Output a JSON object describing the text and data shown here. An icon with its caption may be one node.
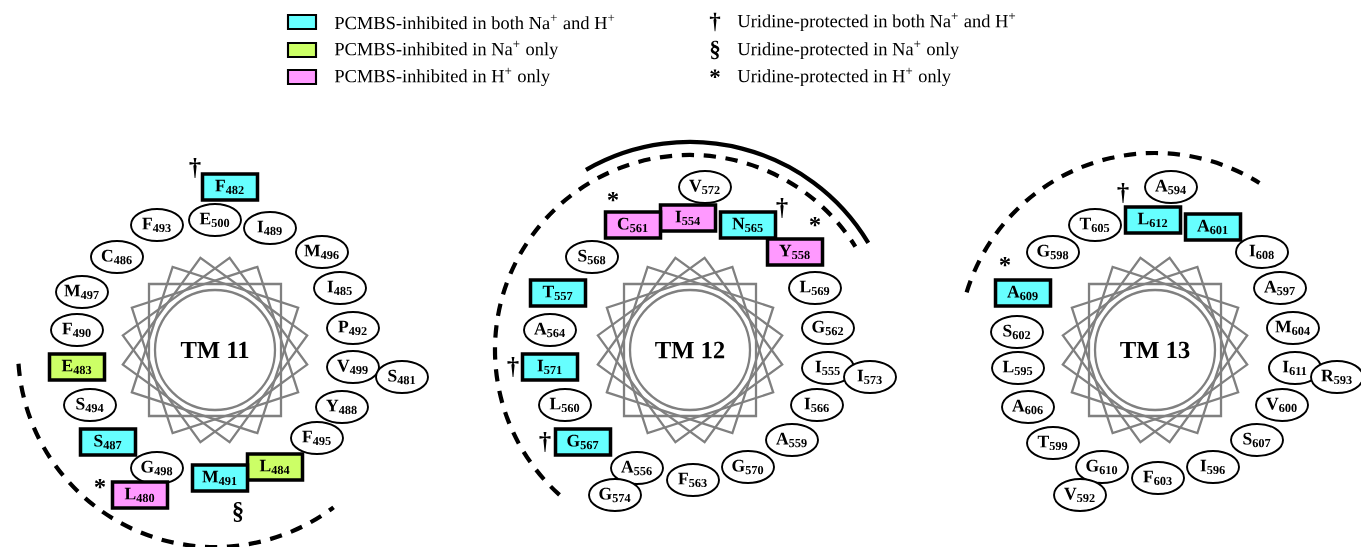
{
  "diagram": {
    "nodes": [
      {
        "text": [
          "TM 11"
        ]
      },
      {
        "text": [
          "F$_{482}$"
        ],
        "beside": [
          "†"
        ]
      },
      {
        "text": [
          "E$_{500}$"
        ]
      },
      {
        "text": [
          "I$_{489}$"
        ]
      },
      {
        "text": [
          "F$_{493}$"
        ]
      },
      {
        "text": [
          "M$_{496}$"
        ]
      },
      {
        "text": [
          "C$_{486}$"
        ]
      },
      {
        "text": [
          "M$_{497}$"
        ]
      },
      {
        "text": [
          "I$_{485}$"
        ]
      },
      {
        "text": [
          "F$_{490}$"
        ]
      },
      {
        "text": [
          "P$_{492}$"
        ]
      },
      {
        "text": [
          "E$_{483}$"
        ]
      },
      {
        "text": [
          "V$_{499}$"
        ]
      },
      {
        "text": [
          "S$_{481}$"
        ]
      },
      {
        "text": [
          "S$_{494}$"
        ]
      },
      {
        "text": [
          "Y$_{488}$"
        ]
      },
      {
        "text": [
          "F$_{495}$"
        ]
      },
      {
        "text": [
          "S$_{487}$"
        ]
      },
      {
        "text": [
          "L$_{484}$"
        ]
      },
      {
        "text": [
          "G$_{498}$"
        ]
      },
      {
        "text": [
          "M$_{491}$"
        ],
        "beside": [
          "§"
        ]
      },
      {
        "text": [
          "L$_{480}$"
        ],
        "beside": [
          "*"
        ]
      },
      {
        "text": [
          "TM 12"
        ]
      },
      {
        "text": [
          "V$_{572}$"
        ]
      },
      {
        "text": [
          "I$_{554}$"
        ]
      },
      {
        "text": [
          "C$_{561}$"
        ],
        "beside": [
          "*"
        ]
      },
      {
        "text": [
          "N$_{565}$"
        ],
        "beside": [
          "†"
        ]
      },
      {
        "text": [
          "Y$_{558}$"
        ],
        "beside": [
          "*"
        ]
      },
      {
        "text": [
          "S$_{568}$"
        ]
      },
      {
        "text": [
          "L$_{569}$"
        ]
      },
      {
        "text": [
          "T$_{557}$"
        ]
      },
      {
        "text": [
          "A$_{564}$"
        ]
      },
      {
        "text": [
          "G$_{562}$"
        ]
      },
      {
        "text": [
          "I$_{571}$"
        ],
        "beside": [
          "†"
        ]
      },
      {
        "text": [
          "I$_{555}$"
        ]
      },
      {
        "text": [
          "I$_{573}$"
        ]
      },
      {
        "text": [
          "L$_{560}$"
        ]
      },
      {
        "text": [
          "I$_{566}$"
        ]
      },
      {
        "text": [
          "G$_{567}$"
        ],
        "beside": [
          "†"
        ]
      },
      {
        "text": [
          "A$_{559}$"
        ]
      },
      {
        "text": [
          "G$_{570}$"
        ]
      },
      {
        "text": [
          "A$_{556}$"
        ]
      },
      {
        "text": [
          "F$_{563}$"
        ]
      },
      {
        "text": [
          "G$_{574}$"
        ]
      },
      {
        "text": [
          "TM 13"
        ]
      },
      {
        "text": [
          "A$_{594}$"
        ]
      },
      {
        "text": [
          "L$_{612}$"
        ],
        "beside": [
          "†"
        ]
      },
      {
        "text": [
          "T$_{605}$"
        ]
      },
      {
        "text": [
          "A$_{601}$"
        ]
      },
      {
        "text": [
          "G$_{598}$"
        ]
      },
      {
        "text": [
          "I$_{608}$"
        ]
      },
      {
        "text": [
          "A$_{597}$"
        ]
      },
      {
        "text": [
          "A$_{609}$"
        ],
        "beside": [
          "*"
        ]
      },
      {
        "text": [
          "S$_{602}$"
        ]
      },
      {
        "text": [
          "M$_{604}$"
        ]
      },
      {
        "text": [
          "L$_{595}$"
        ]
      },
      {
        "text": [
          "I$_{611}$"
        ]
      },
      {
        "text": [
          "R$_{593}$"
        ]
      },
      {
        "text": [
          "A$_{606}$"
        ]
      },
      {
        "text": [
          "V$_{600}$"
        ]
      },
      {
        "text": [
          "S$_{607}$"
        ]
      },
      {
        "text": [
          "T$_{599}$"
        ]
      },
      {
        "text": [
          "G$_{610}$"
        ]
      },
      {
        "text": [
          "I$_{596}$"
        ]
      },
      {
        "text": [
          "F$_{603}$"
        ]
      },
      {
        "text": [
          "V$_{592}$"
        ]
      }
    ],
    "labels": [
      "†",
      "§",
      "*"
    ],
    "legend": [
      {
        "text": "PCMBS-inhibited in both Na$^{+}$ and H$^{+}$",
        "color": "#66ffff"
      },
      {
        "text": "PCMBS-inhibited in Na$^{+}$ only",
        "color": "#ccff66"
      },
      {
        "text": "PCMBS-inhibited in H$^{+}$ only",
        "color": "#ff99ff"
      },
      {
        "text": "Uridine-protected in both Na$^{+}$ and H$^{+}$"
      },
      {
        "text": "Uridine-protected in Na$^{+}$ only"
      },
      {
        "text": "Uridine-protected in H$^{+}$ only"
      }
    ]
  }
}
